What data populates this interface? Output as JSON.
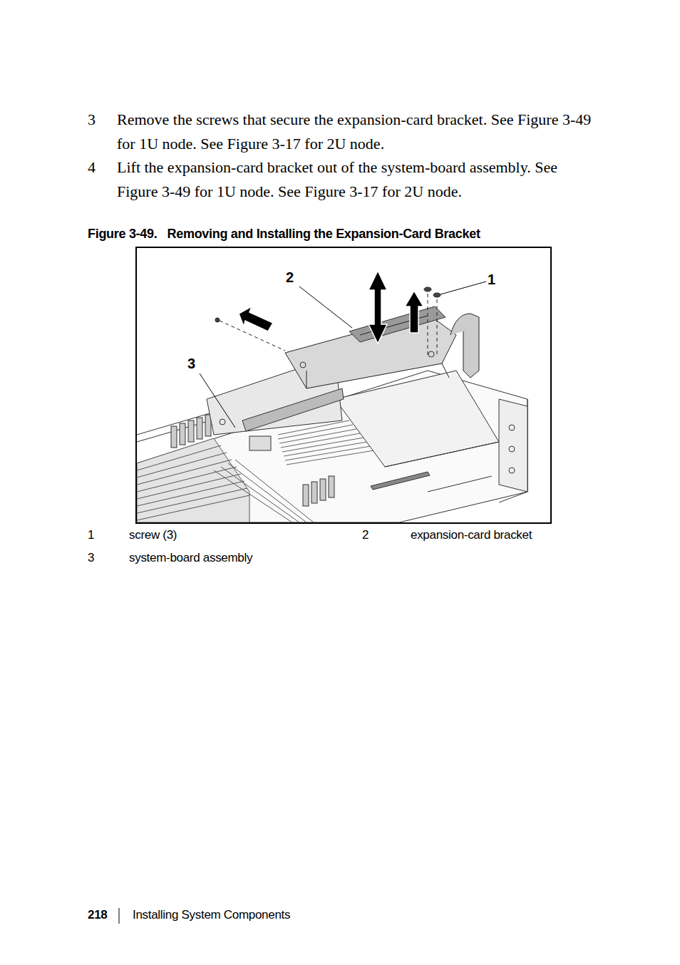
{
  "diagram": {
    "title": "Figure 3-49.   Removing and Installing the Expansion-Card Bracket",
    "labels": [
      "3",
      "Remove the screws that secure the expansion-card bracket. See Figure 3-49 for 1U node. See Figure 3-17 for 2U node.",
      "4",
      "Lift the expansion-card bracket out of the system-board assembly. See Figure 3-49 for 1U node. See Figure 3-17 for 2U node.",
      "2",
      "1",
      "3",
      "1",
      "screw (3)",
      "2",
      "expansion-card bracket",
      "3",
      "system-board assembly",
      "218",
      "Installing System Components"
    ]
  }
}
